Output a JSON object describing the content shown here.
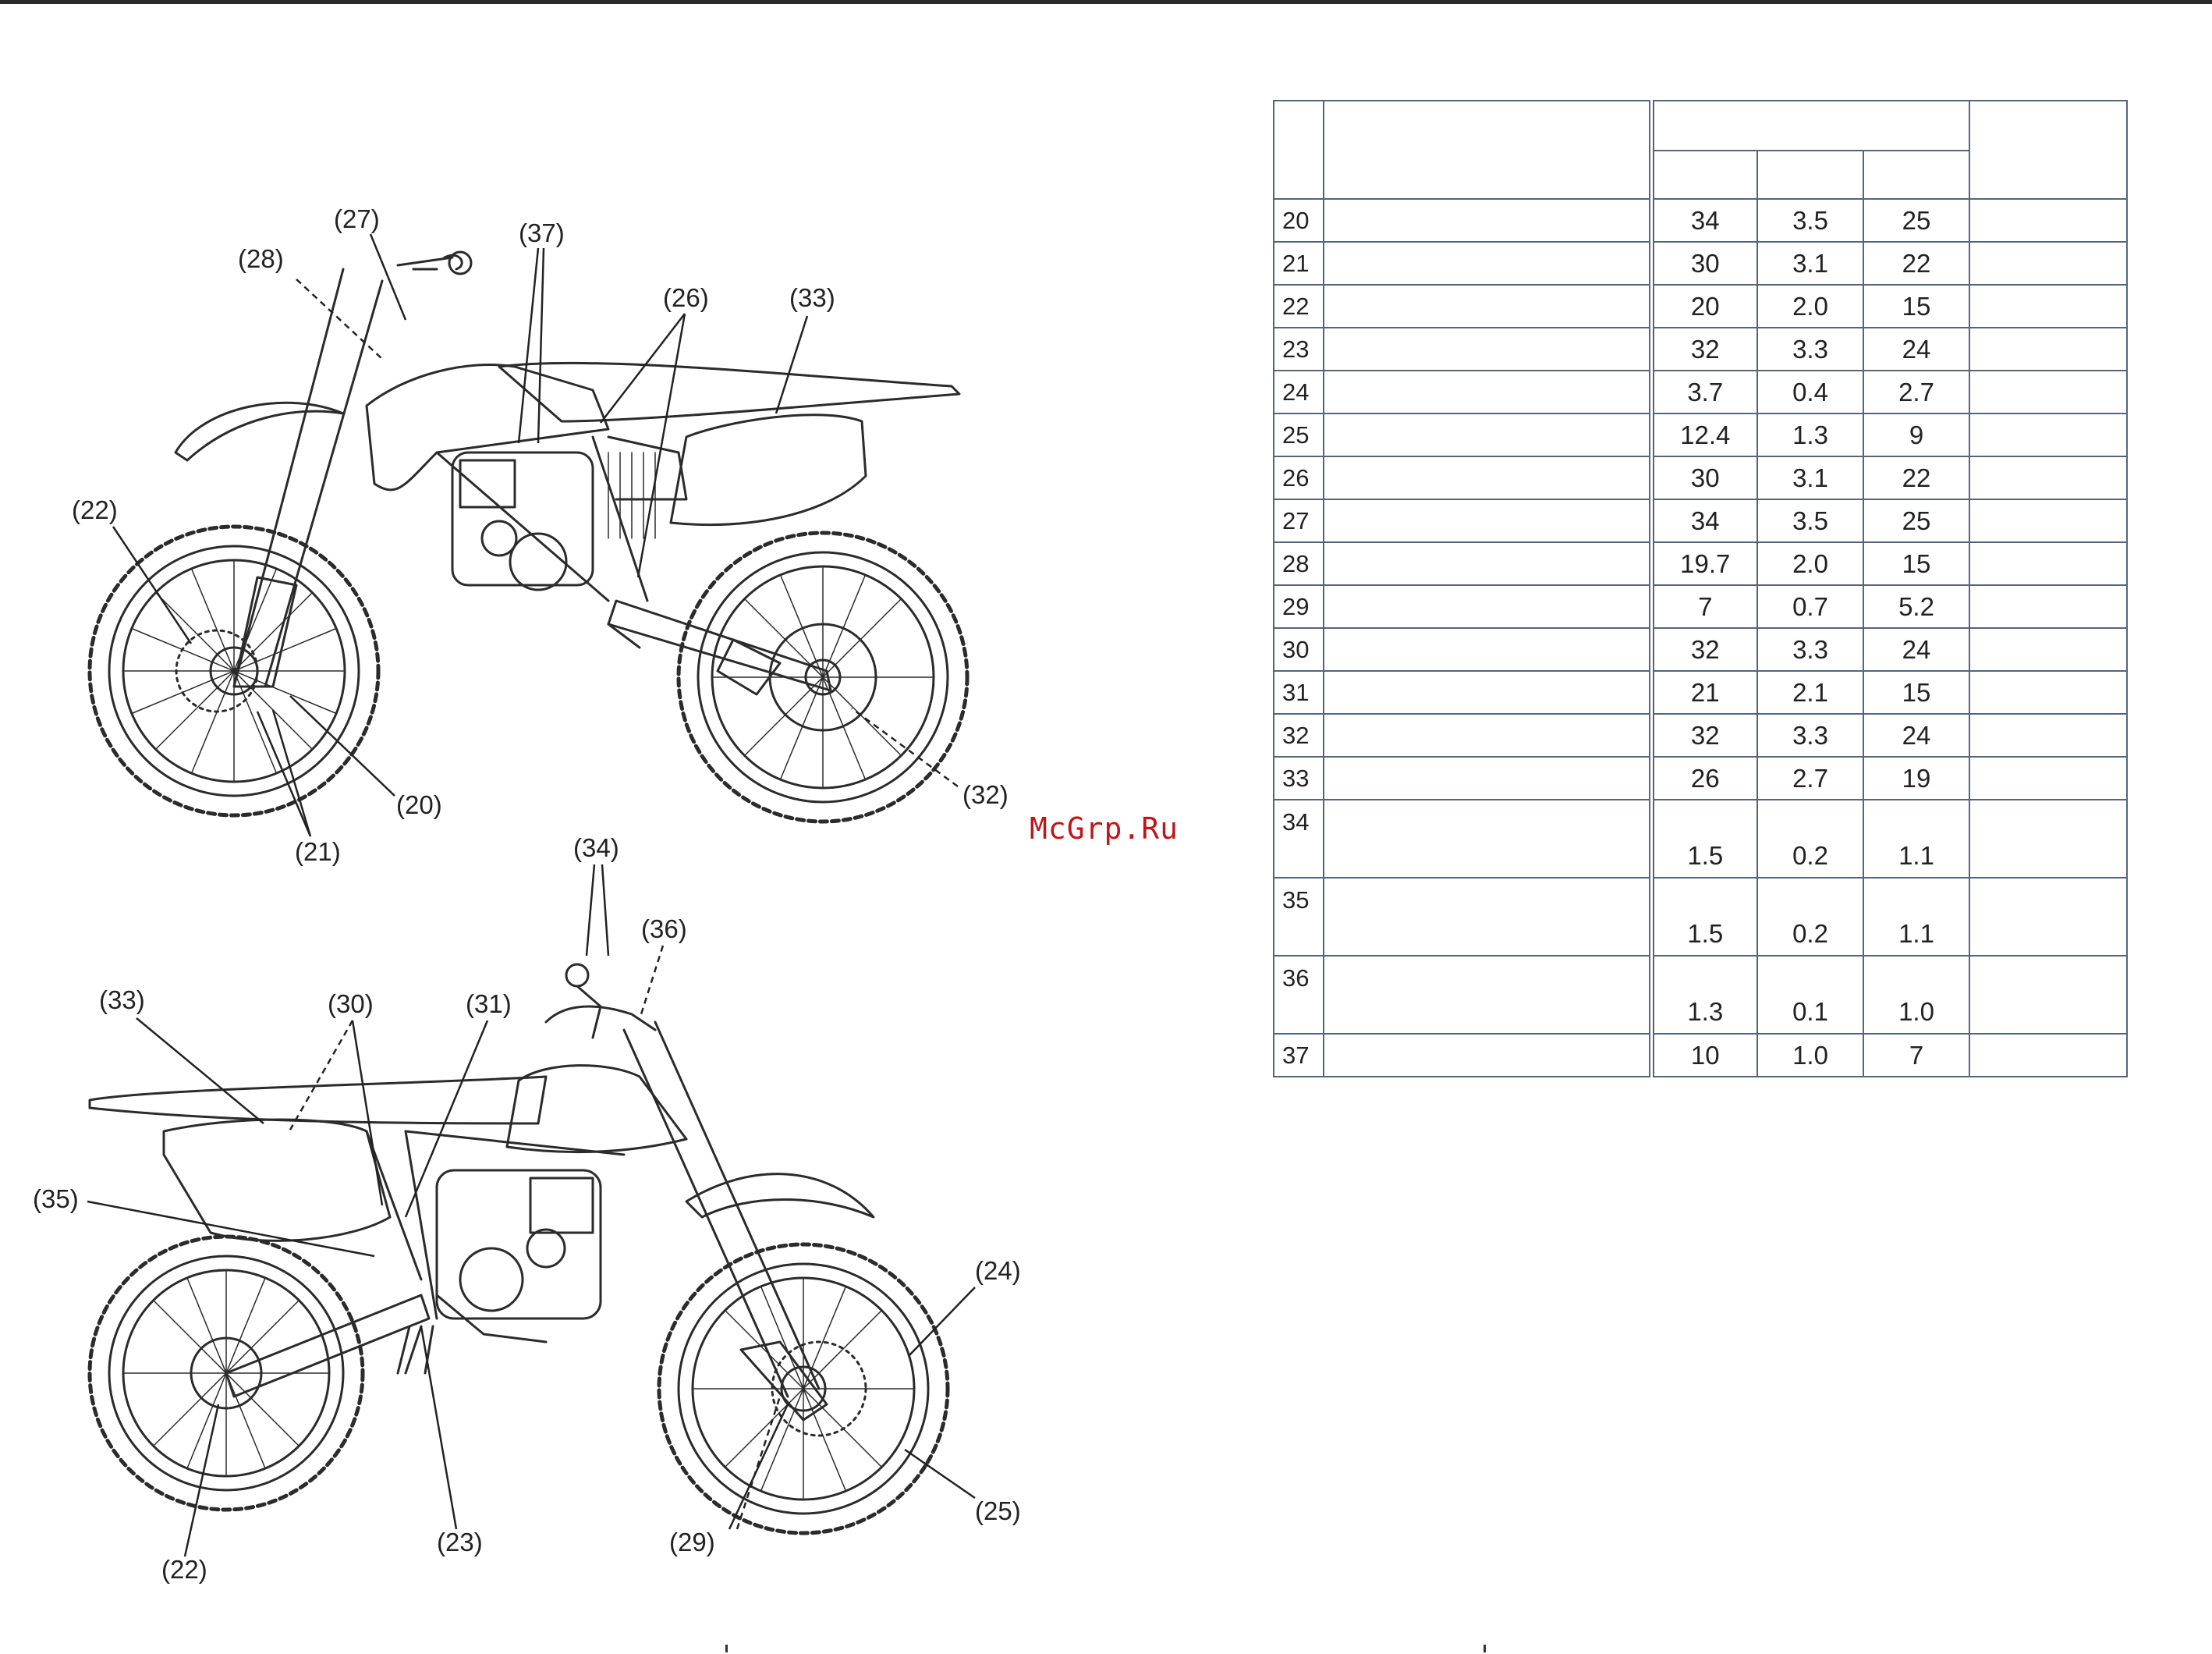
{
  "watermark": "McGrp.Ru",
  "upper_figure": {
    "callouts": [
      "(27)",
      "(28)",
      "(37)",
      "(26)",
      "(33)",
      "(22)",
      "(20)",
      "(21)",
      "(32)"
    ]
  },
  "lower_figure": {
    "callouts": [
      "(34)",
      "(36)",
      "(33)",
      "(30)",
      "(31)",
      "(35)",
      "(24)",
      "(25)",
      "(29)",
      "(23)",
      "(22)"
    ]
  },
  "torque_table": {
    "rows": [
      {
        "no": "20",
        "v1": "34",
        "v2": "3.5",
        "v3": "25"
      },
      {
        "no": "21",
        "v1": "30",
        "v2": "3.1",
        "v3": "22"
      },
      {
        "no": "22",
        "v1": "20",
        "v2": "2.0",
        "v3": "15"
      },
      {
        "no": "23",
        "v1": "32",
        "v2": "3.3",
        "v3": "24"
      },
      {
        "no": "24",
        "v1": "3.7",
        "v2": "0.4",
        "v3": "2.7"
      },
      {
        "no": "25",
        "v1": "12.4",
        "v2": "1.3",
        "v3": "9"
      },
      {
        "no": "26",
        "v1": "30",
        "v2": "3.1",
        "v3": "22"
      },
      {
        "no": "27",
        "v1": "34",
        "v2": "3.5",
        "v3": "25"
      },
      {
        "no": "28",
        "v1": "19.7",
        "v2": "2.0",
        "v3": "15"
      },
      {
        "no": "29",
        "v1": "7",
        "v2": "0.7",
        "v3": "5.2"
      },
      {
        "no": "30",
        "v1": "32",
        "v2": "3.3",
        "v3": "24"
      },
      {
        "no": "31",
        "v1": "21",
        "v2": "2.1",
        "v3": "15"
      },
      {
        "no": "32",
        "v1": "32",
        "v2": "3.3",
        "v3": "24"
      },
      {
        "no": "33",
        "v1": "26",
        "v2": "2.7",
        "v3": "19"
      },
      {
        "no": "34",
        "v1": "1.5",
        "v2": "0.2",
        "v3": "1.1"
      },
      {
        "no": "35",
        "v1": "1.5",
        "v2": "0.2",
        "v3": "1.1"
      },
      {
        "no": "36",
        "v1": "1.3",
        "v2": "0.1",
        "v3": "1.0"
      },
      {
        "no": "37",
        "v1": "10",
        "v2": "1.0",
        "v3": "7"
      }
    ]
  }
}
